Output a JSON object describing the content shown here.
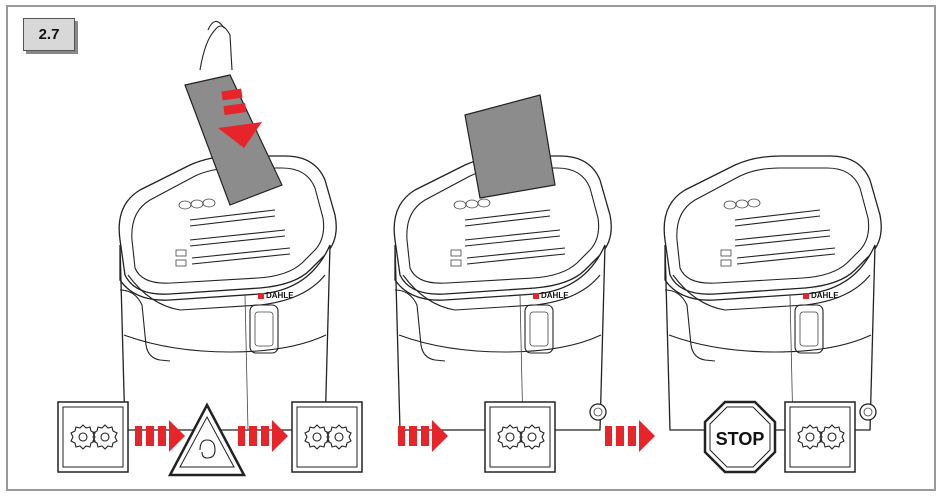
{
  "step_label": "2.7",
  "panels": [
    {
      "brand": "DAHLE",
      "state": "paper-inserting"
    },
    {
      "brand": "DAHLE",
      "state": "paper-shredding"
    },
    {
      "brand": "DAHLE",
      "state": "empty"
    }
  ],
  "stop_sign_text": "STOP",
  "colors": {
    "arrow": "#e8242b",
    "paper": "#8c8c8c",
    "frame": "#9a9a9a"
  },
  "icons": [
    "gears-forward-icon",
    "flow-arrow-icon",
    "hand-caution-icon",
    "flow-arrow-icon",
    "gears-running-icon",
    "flow-arrow-icon",
    "gears-running-icon",
    "flow-arrow-icon",
    "stop-sign-icon",
    "gears-stopped-icon"
  ]
}
